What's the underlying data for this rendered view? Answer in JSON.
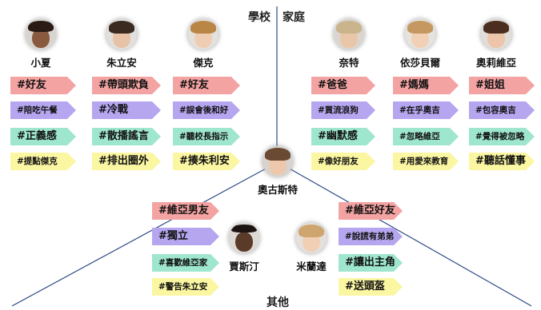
{
  "sections": {
    "school": "學校",
    "home": "家庭",
    "other": "其他"
  },
  "colors": {
    "red": "#f4a3a3",
    "purple": "#b6a6ef",
    "green": "#9ee6cd",
    "yellow": "#fbf6a2",
    "line": "#2f4b86"
  },
  "characters": {
    "xiaoxia": {
      "name": "小夏",
      "avatar_icon": "portrait-icon"
    },
    "zhulian": {
      "name": "朱立安",
      "avatar_icon": "portrait-icon"
    },
    "jieke": {
      "name": "傑克",
      "avatar_icon": "portrait-icon"
    },
    "naite": {
      "name": "奈特",
      "avatar_icon": "portrait-icon"
    },
    "yishabeier": {
      "name": "依莎貝爾",
      "avatar_icon": "portrait-icon"
    },
    "aoliweiya": {
      "name": "奧莉維亞",
      "avatar_icon": "portrait-icon"
    },
    "augustus": {
      "name": "奧古斯特",
      "avatar_icon": "portrait-icon"
    },
    "jiasiting": {
      "name": "賈斯汀",
      "avatar_icon": "portrait-icon"
    },
    "milanda": {
      "name": "米蘭達",
      "avatar_icon": "portrait-icon"
    }
  },
  "tags": {
    "xiaoxia": [
      "#好友",
      "#陪吃午餐",
      "#正義感",
      "#提點傑克"
    ],
    "zhulian": [
      "#帶頭欺負",
      "#冷戰",
      "#散播謠言",
      "#排出圈外"
    ],
    "jieke": [
      "#好友",
      "#誤會後和好",
      "#聽校長指示",
      "#揍朱利安"
    ],
    "naite": [
      "#爸爸",
      "#買流浪狗",
      "#幽默感",
      "#像好朋友"
    ],
    "yishabeier": [
      "#媽媽",
      "#在乎奧吉",
      "#忽略維亞",
      "#用愛來教育"
    ],
    "aoliweiya": [
      "#姐姐",
      "#包容奧吉",
      "#覺得被忽略",
      "#聽話懂事"
    ],
    "jiasiting": [
      "#維亞男友",
      "#獨立",
      "#喜歡維亞家",
      "#警告朱立安"
    ],
    "milanda": [
      "#維亞好友",
      "#說謊有弟弟",
      "#讓出主角",
      "#送頭盔"
    ]
  }
}
